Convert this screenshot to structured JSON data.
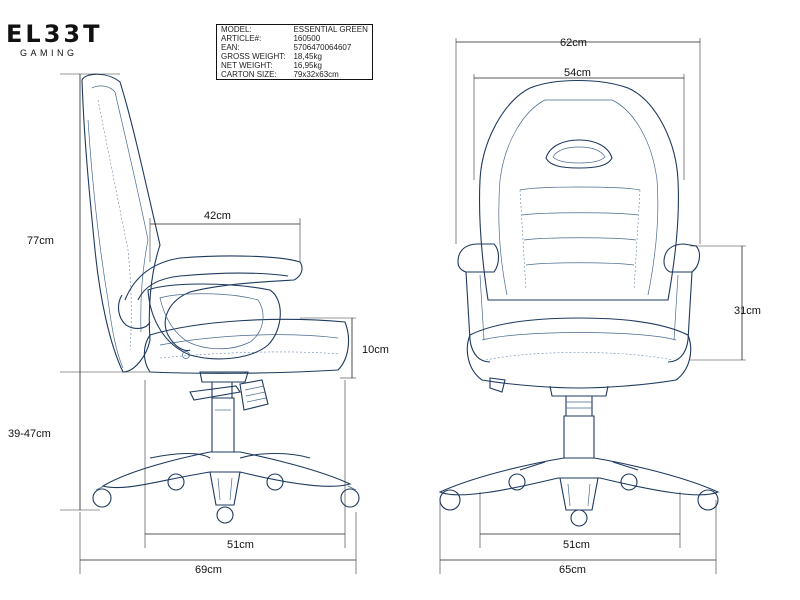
{
  "brand": {
    "name": "EL33T",
    "sub": "GAMING"
  },
  "spec": {
    "rows": [
      {
        "k": "MODEL:",
        "v": "ESSENTIAL GREEN"
      },
      {
        "k": "ARTICLE#:",
        "v": "160500"
      },
      {
        "k": "EAN:",
        "v": "5706470064607"
      },
      {
        "k": "GROSS WEIGHT:",
        "v": "18,45kg"
      },
      {
        "k": "NET WEIGHT:",
        "v": "16,95kg"
      },
      {
        "k": "CARTON SIZE:",
        "v": "79x32x63cm"
      }
    ]
  },
  "dims": {
    "backrest_height": "77cm",
    "seat_height": "39-47cm",
    "armrest_depth": "42cm",
    "seat_thickness": "10cm",
    "base_side": "51cm",
    "overall_depth": "69cm",
    "overall_width": "62cm",
    "back_width": "54cm",
    "armrest_height": "31cm",
    "base_front": "51cm",
    "overall_width_base": "65cm"
  }
}
